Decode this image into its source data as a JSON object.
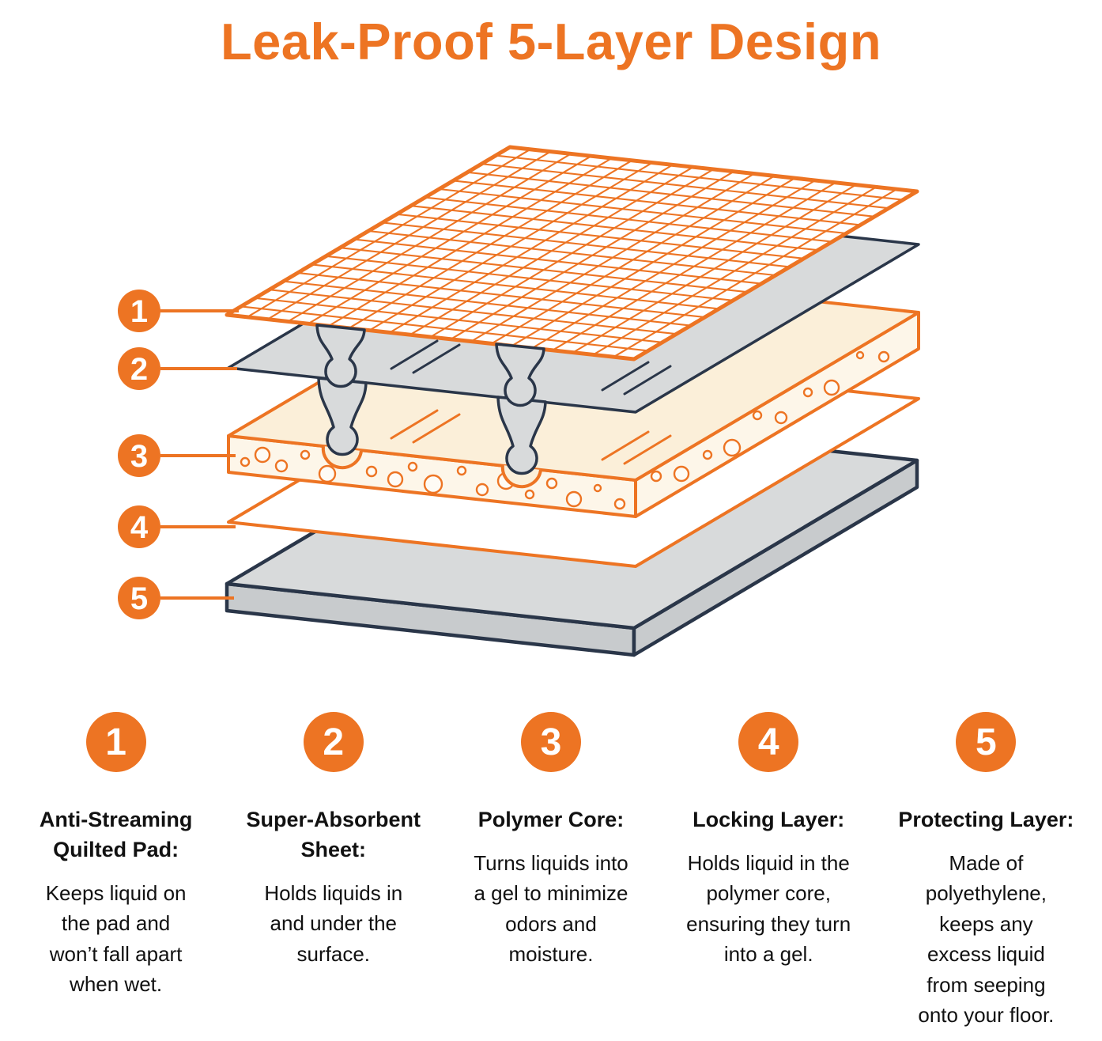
{
  "title": "Leak-Proof 5-Layer Design",
  "colors": {
    "orange": "#ED7423",
    "navy": "#2A3649",
    "gray": "#D8DADB",
    "gray_dark": "#C8CBCD",
    "cream": "#FBEFD9",
    "cream_light": "#FDF6E9",
    "text": "#111111"
  },
  "diagram": {
    "callouts": [
      "1",
      "2",
      "3",
      "4",
      "5"
    ]
  },
  "features": [
    {
      "number": "1",
      "heading": "Anti-Streaming Quilted Pad:",
      "description": "Keeps liquid on the pad and won’t fall apart when wet."
    },
    {
      "number": "2",
      "heading": "Super-Absorbent Sheet:",
      "description": "Holds liquids in and under the surface."
    },
    {
      "number": "3",
      "heading": "Polymer Core:",
      "description": "Turns liquids into a gel to minimize odors and moisture."
    },
    {
      "number": "4",
      "heading": "Locking Layer:",
      "description": "Holds liquid in the polymer core, ensuring they turn into a gel."
    },
    {
      "number": "5",
      "heading": "Protecting Layer:",
      "description": "Made of polyethylene, keeps any excess liquid from seeping onto your floor."
    }
  ]
}
